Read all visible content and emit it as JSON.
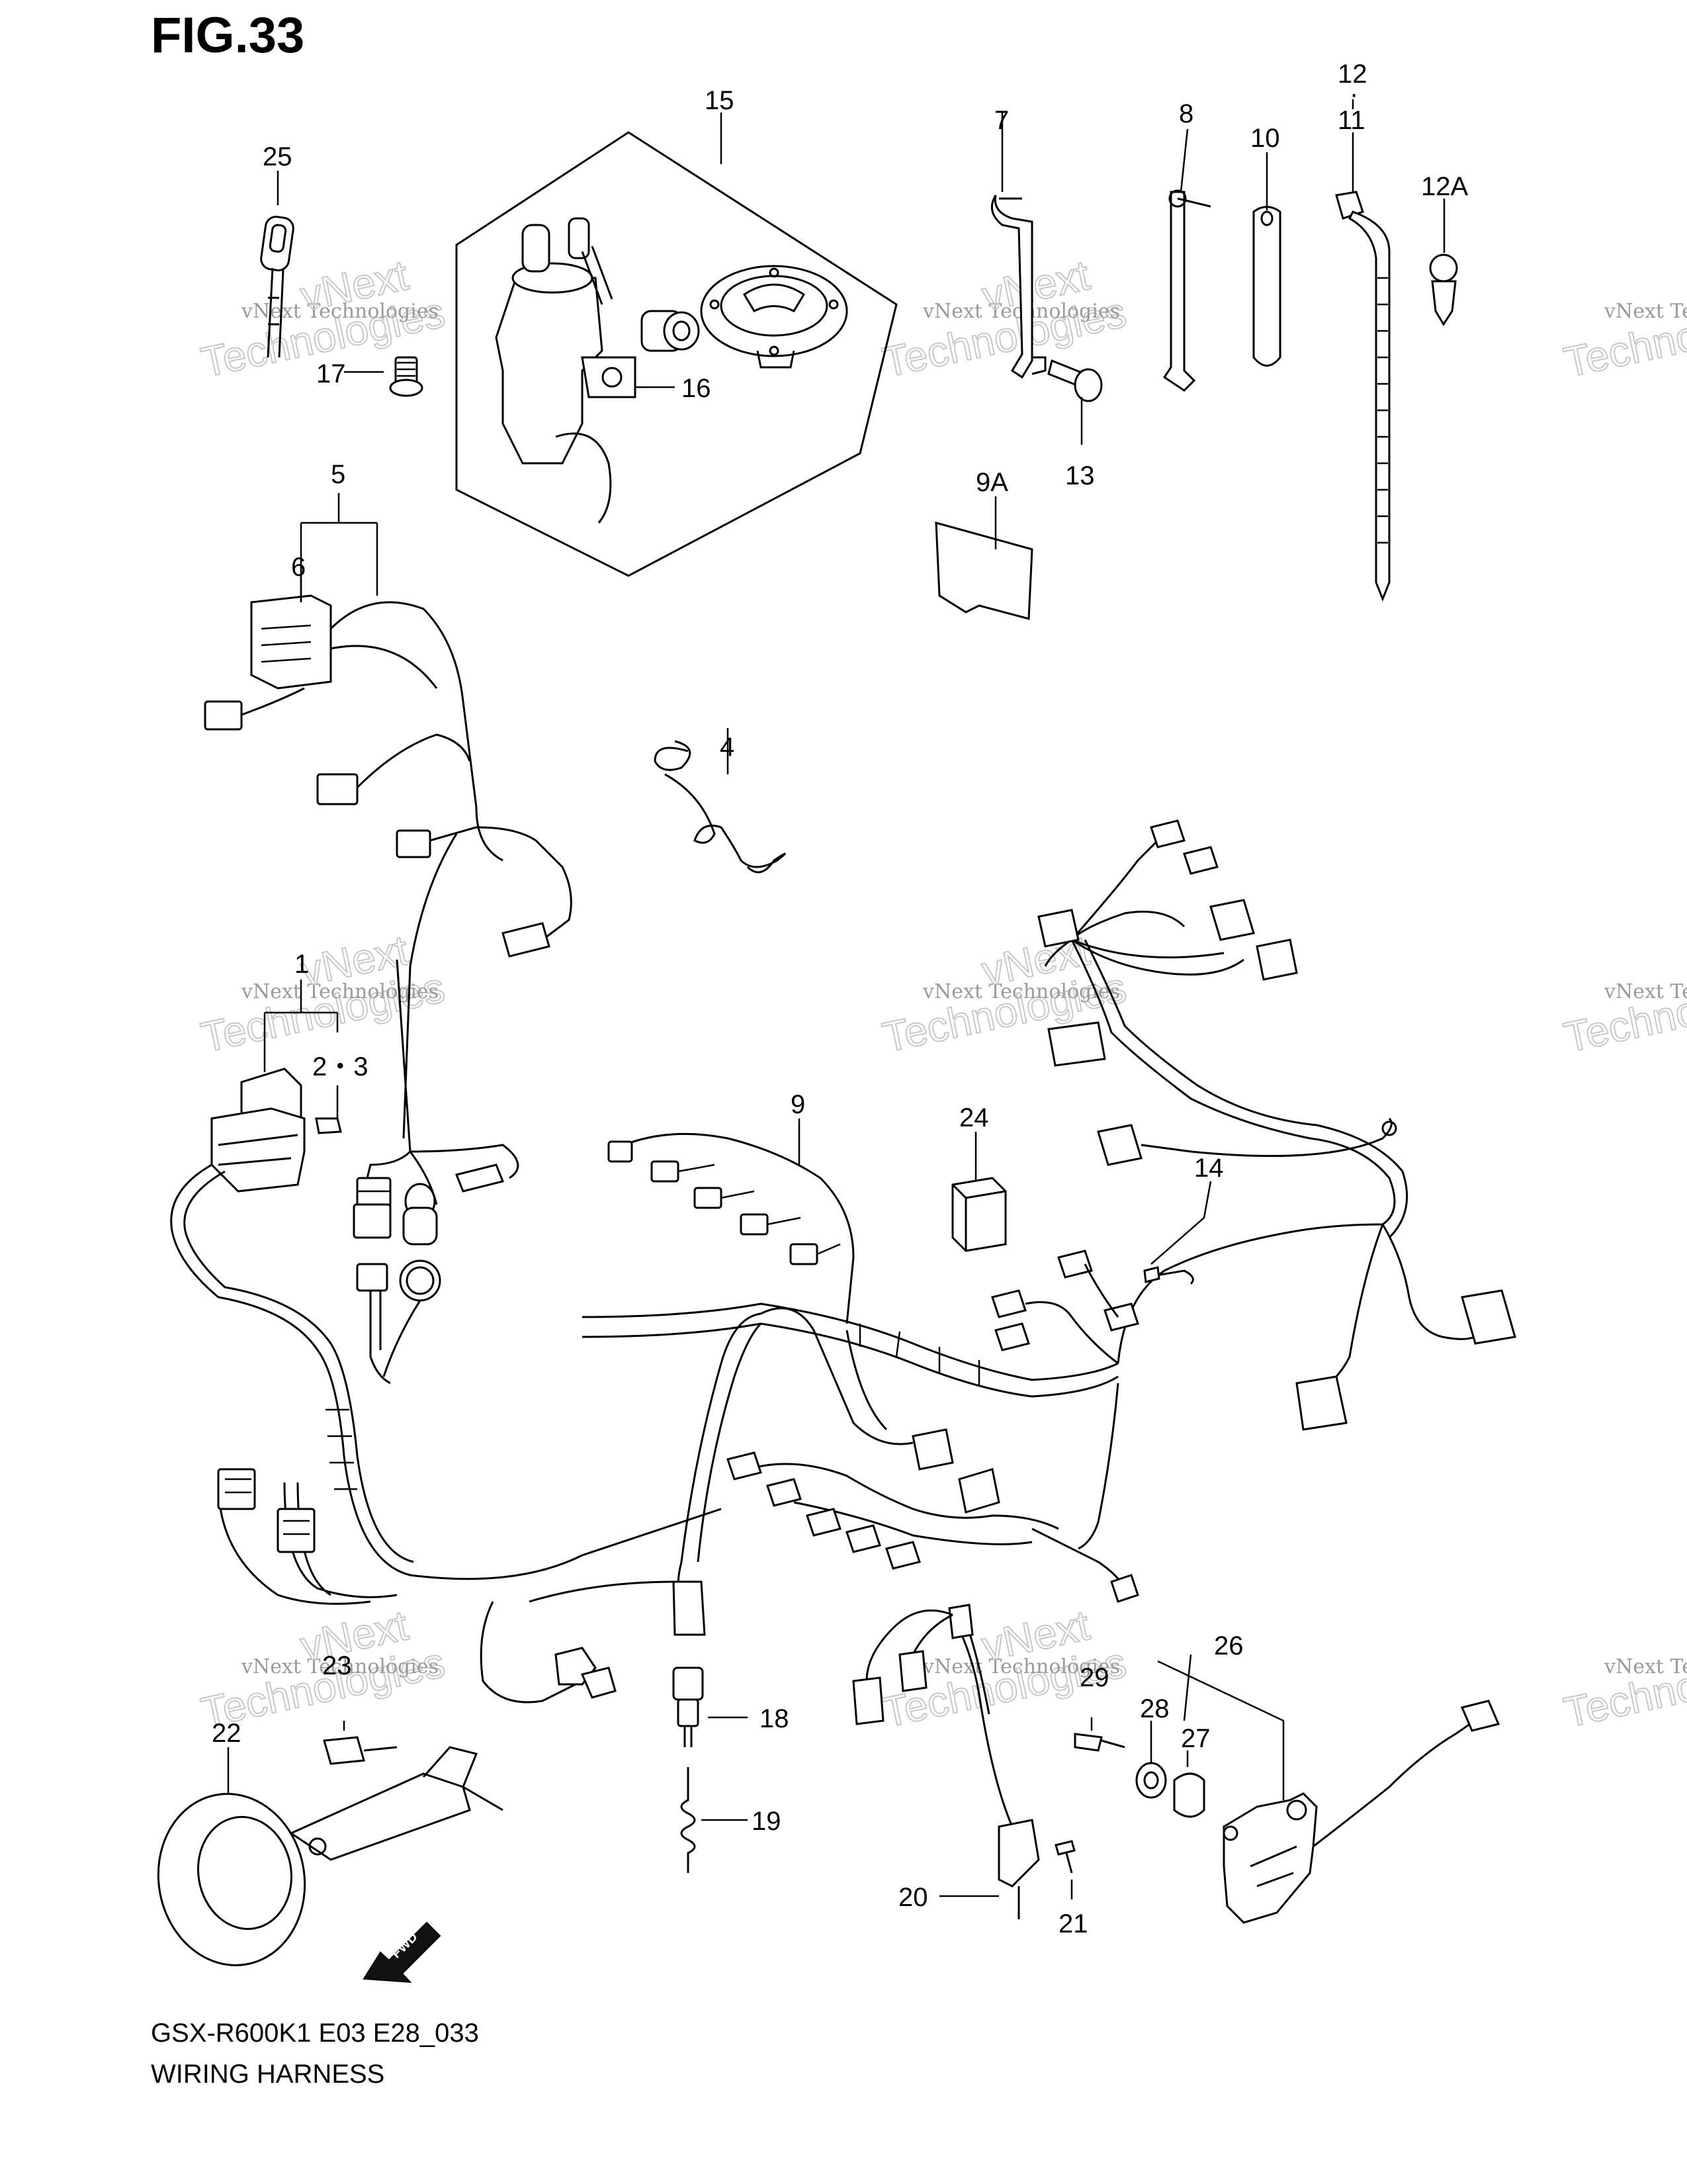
{
  "figure": {
    "title": "FIG.33",
    "model_code": "GSX-R600K1 E03 E28_033",
    "name": "WIRING HARNESS"
  },
  "parts": [
    {
      "key": "p1",
      "label": "1"
    },
    {
      "key": "p2-3",
      "label": "2・3"
    },
    {
      "key": "p4",
      "label": "4"
    },
    {
      "key": "p5",
      "label": "5"
    },
    {
      "key": "p6",
      "label": "6"
    },
    {
      "key": "p7",
      "label": "7"
    },
    {
      "key": "p8",
      "label": "8"
    },
    {
      "key": "p9",
      "label": "9"
    },
    {
      "key": "p9a",
      "label": "9A"
    },
    {
      "key": "p10",
      "label": "10"
    },
    {
      "key": "p11",
      "label": "11"
    },
    {
      "key": "p12",
      "label": "12"
    },
    {
      "key": "p12a",
      "label": "12A"
    },
    {
      "key": "p13",
      "label": "13"
    },
    {
      "key": "p14",
      "label": "14"
    },
    {
      "key": "p15",
      "label": "15"
    },
    {
      "key": "p16",
      "label": "16"
    },
    {
      "key": "p17",
      "label": "17"
    },
    {
      "key": "p18",
      "label": "18"
    },
    {
      "key": "p19",
      "label": "19"
    },
    {
      "key": "p20",
      "label": "20"
    },
    {
      "key": "p21",
      "label": "21"
    },
    {
      "key": "p22",
      "label": "22"
    },
    {
      "key": "p23",
      "label": "23"
    },
    {
      "key": "p24",
      "label": "24"
    },
    {
      "key": "p25",
      "label": "25"
    },
    {
      "key": "p26",
      "label": "26"
    },
    {
      "key": "p27",
      "label": "27"
    },
    {
      "key": "p28",
      "label": "28"
    },
    {
      "key": "p29",
      "label": "29"
    }
  ],
  "fwd_marker": "FWD",
  "watermark": {
    "line1": "vNext Technologies",
    "line2": "Technologies",
    "line3": "vNext"
  }
}
